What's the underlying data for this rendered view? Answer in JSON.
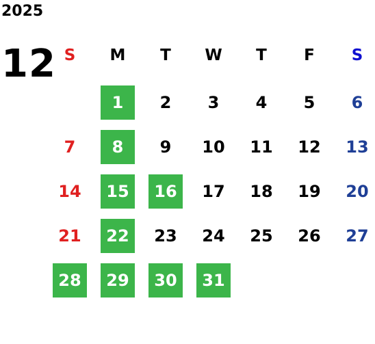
{
  "calendar": {
    "year": "2025",
    "month": "12",
    "weekdays": [
      {
        "label": "S",
        "color": "#e02020"
      },
      {
        "label": "M",
        "color": "#000000"
      },
      {
        "label": "T",
        "color": "#000000"
      },
      {
        "label": "W",
        "color": "#000000"
      },
      {
        "label": "T",
        "color": "#000000"
      },
      {
        "label": "F",
        "color": "#000000"
      },
      {
        "label": "S",
        "color": "#1010d0"
      }
    ],
    "start_weekday": 1,
    "days_in_month": 31,
    "highlighted_days": [
      1,
      8,
      15,
      16,
      22,
      28,
      29,
      30,
      31
    ],
    "colors": {
      "sunday": "#e02020",
      "saturday": "#1f3f96",
      "weekday": "#000000",
      "highlight_bg": "#3cb54a",
      "highlight_text": "#ffffff"
    }
  }
}
